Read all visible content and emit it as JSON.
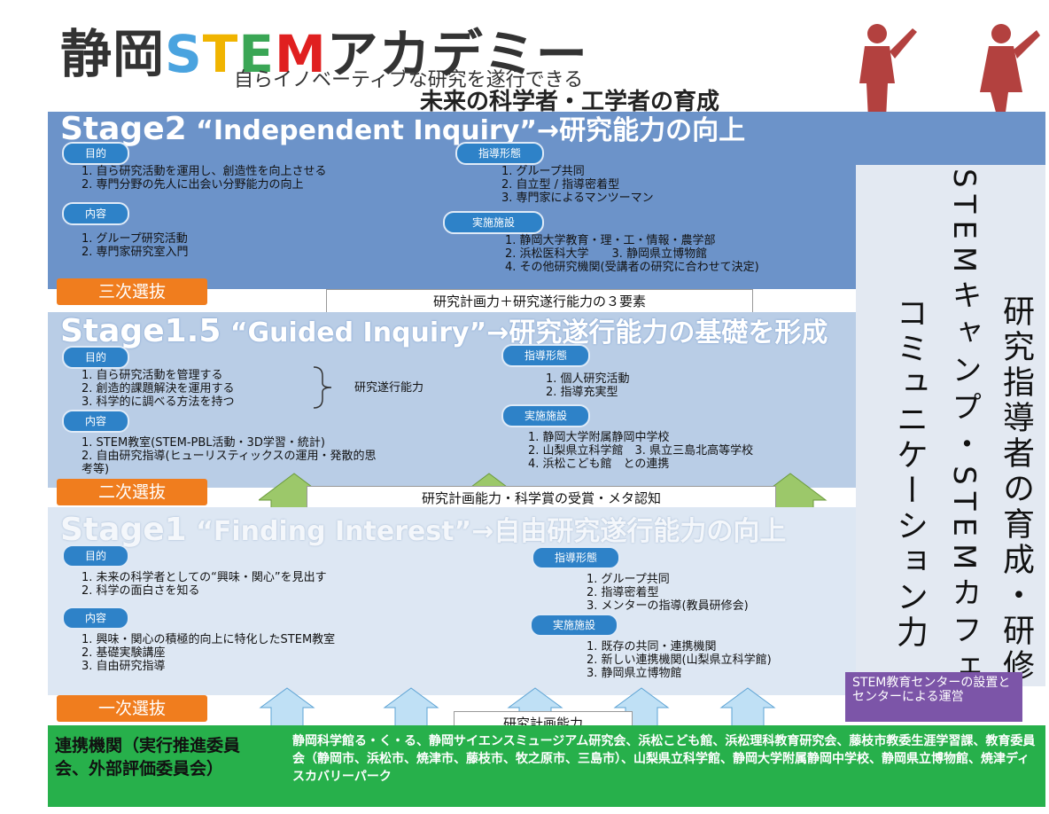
{
  "header": {
    "title_prefix": "静岡",
    "title_s": "S",
    "title_t": "T",
    "title_e": "E",
    "title_m": "M",
    "title_suffix": "アカデミー",
    "subtitle_line1": "自らイノベーティブな研究を遂行できる",
    "subtitle_line2": "未来の科学者・工学者の育成"
  },
  "stage2": {
    "title_main": "Stage2",
    "title_rest": " “Independent Inquiry”→研究能力の向上",
    "pill_purpose": "目的",
    "purpose": [
      "1. 自ら研究活動を運用し、創造性を向上させる",
      "2. 専門分野の先人に出会い分野能力の向上"
    ],
    "pill_content": "内容",
    "content": [
      "1. グループ研究活動",
      "2. 専門家研究室入門"
    ],
    "pill_form": "指導形態",
    "form": [
      "1. グループ共同",
      "2. 自立型 / 指導密着型",
      "3. 専門家によるマンツーマン"
    ],
    "pill_facility": "実施施設",
    "facility": [
      "1. 静岡大学教育・理・工・情報・農学部",
      "2. 浜松医科大学　　3. 静岡県立博物館",
      "4. その他研究機関(受講者の研究に合わせて決定)"
    ]
  },
  "stage15": {
    "title_main": "Stage1.5",
    "title_rest": " “Guided Inquiry”→研究遂行能力の基礎を形成",
    "pill_purpose": "目的",
    "purpose": [
      "1. 自ら研究活動を管理する",
      "2. 創造的課題解決を運用する",
      "3. 科学的に調べる方法を持つ"
    ],
    "brace_label": "研究遂行能力",
    "pill_content": "内容",
    "content": [
      "1. STEM教室(STEM-PBL活動・3D学習・統計)",
      "2. 自由研究指導(ヒューリスティックスの運用・発散的思",
      "   考等)"
    ],
    "pill_form": "指導形態",
    "form": [
      "1. 個人研究活動",
      "2. 指導充実型"
    ],
    "pill_facility": "実施施設",
    "facility": [
      "1. 静岡大学附属静岡中学校",
      "2. 山梨県立科学館　3. 県立三島北高等学校",
      "4. 浜松こども館　との連携"
    ]
  },
  "stage1": {
    "title_main": "Stage1",
    "title_rest": " “Finding Interest”→自由研究遂行能力の向上",
    "pill_purpose": "目的",
    "purpose": [
      "1. 未来の科学者としての“興味・関心”を見出す",
      "2. 科学の面白さを知る"
    ],
    "pill_content": "内容",
    "content": [
      "1. 興味・関心の積極的向上に特化したSTEM教室",
      "2. 基礎実験講座",
      "3. 自由研究指導"
    ],
    "pill_form": "指導形態",
    "form": [
      "1. グループ共同",
      "2. 指導密着型",
      "3. メンターの指導(教員研修会)"
    ],
    "pill_facility": "実施施設",
    "facility": [
      "1. 既存の共同・連携機関",
      "2. 新しい連携機関(山梨県立科学館)",
      "3. 静岡県立博物館"
    ]
  },
  "selections": {
    "third": "三次選抜",
    "second": "二次選抜",
    "first": "一次選抜"
  },
  "banners": {
    "b3": "研究計画力＋研究遂行能力の３要素",
    "b2": "研究計画能力・科学賞の受賞・メタ認知",
    "b1": "研究計画能力"
  },
  "side": {
    "col1": "研究指導者の育成・研修",
    "col2": "STEMキャンプ・STEMカフェ",
    "col3": "コミュニケーション力"
  },
  "center_box": "STEM教育センターの設置とセンターによる運営",
  "bottom": {
    "left": "連携機関（実行推進委員会、外部評価委員会）",
    "right": "静岡科学館る・く・る、静岡サイエンスミュージアム研究会、浜松こども館、浜松理科教育研究会、藤枝市教委生涯学習課、教育委員会（静岡市、浜松市、焼津市、藤枝市、牧之原市、三島市）、山梨県立科学館、静岡大学附属静岡中学校、静岡県立博物館、焼津ディスカバリーパーク"
  },
  "colors": {
    "stage2": "#6c93c9",
    "stage15": "#b9cde6",
    "stage1": "#dde7f3",
    "orange": "#f07d1e",
    "green": "#27b04b",
    "purple": "#7c55a8",
    "pill": "#2e82c8"
  }
}
